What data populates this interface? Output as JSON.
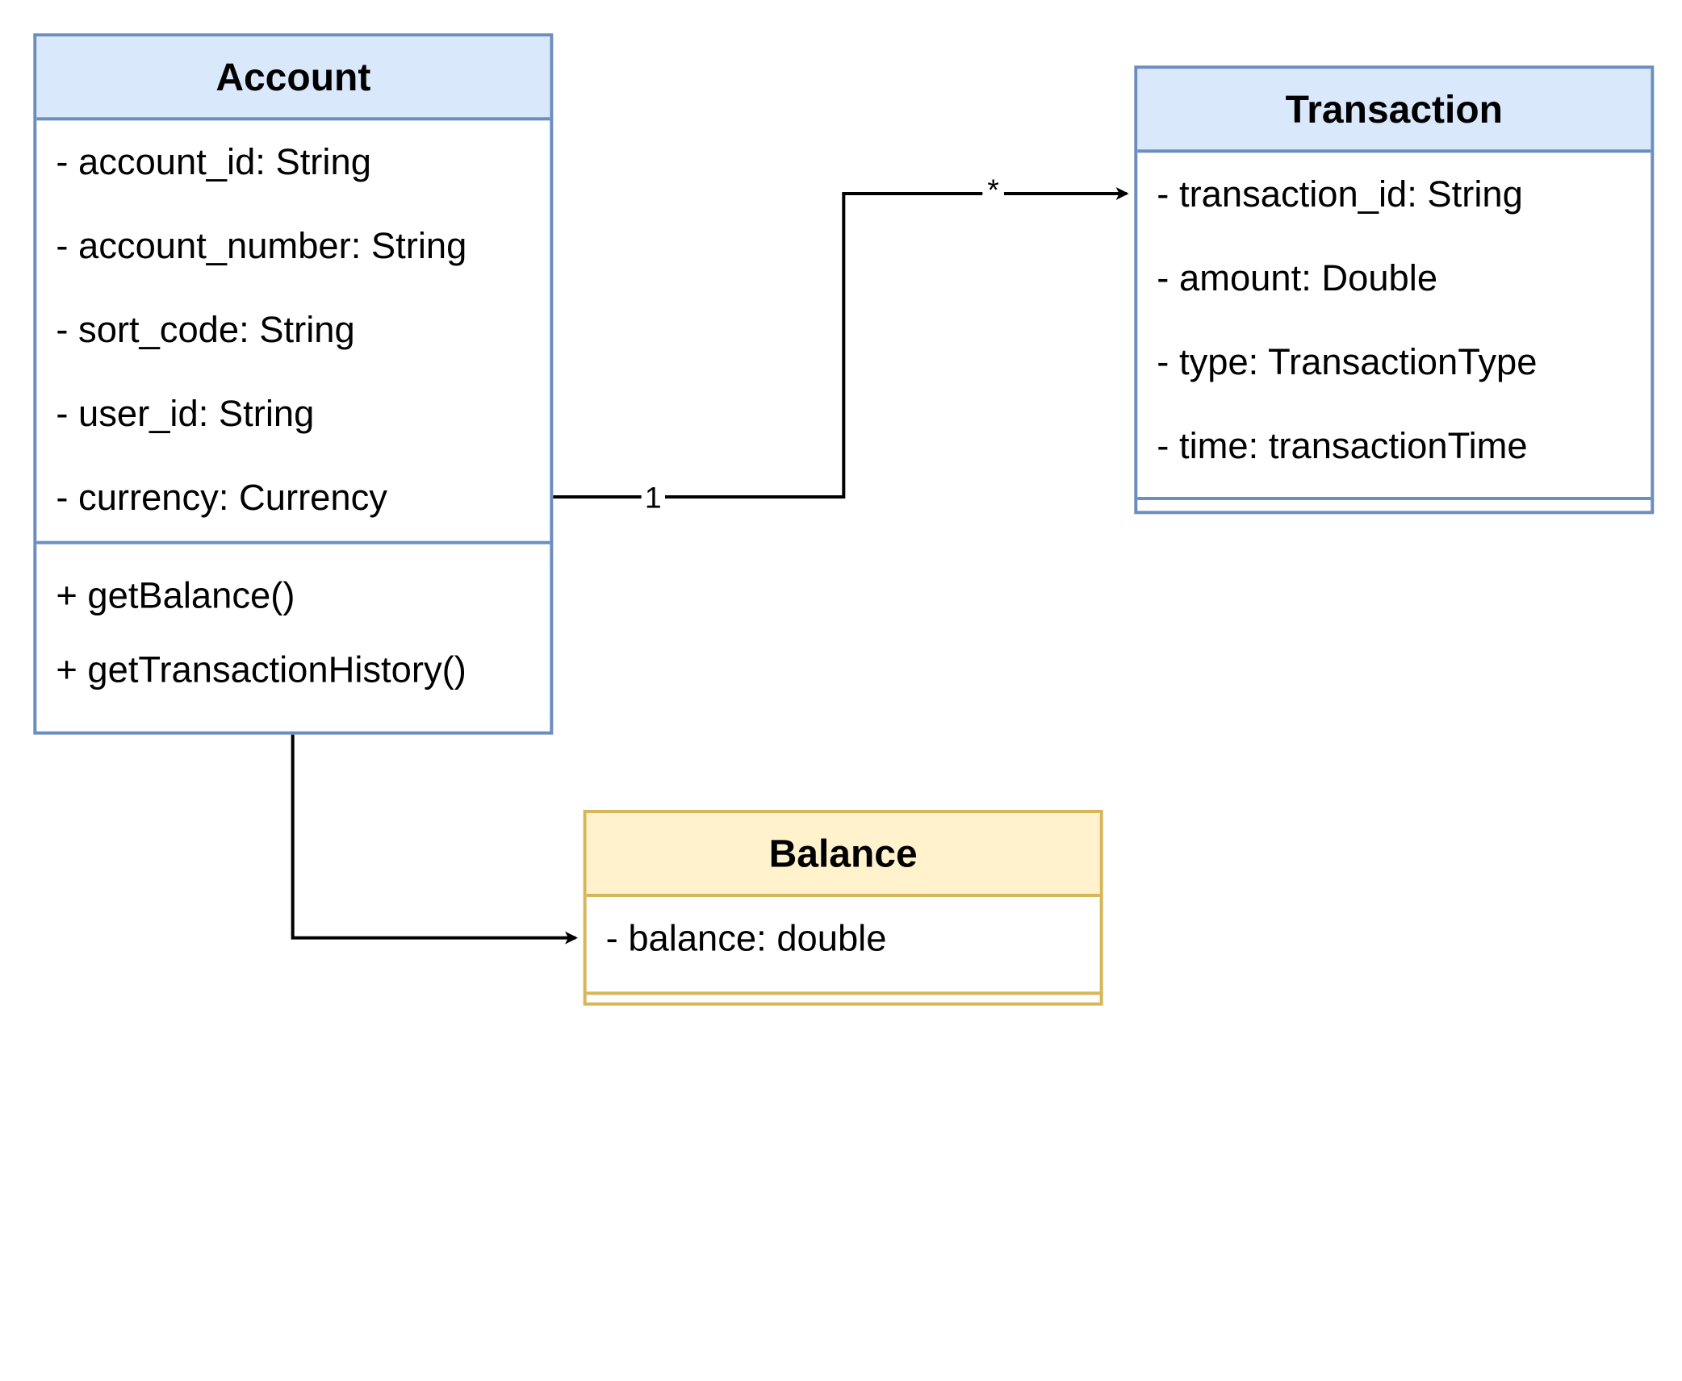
{
  "account": {
    "title": "Account",
    "attributes": [
      "- account_id: String",
      "- account_number: String",
      "- sort_code: String",
      "- user_id: String",
      "- currency: Currency"
    ],
    "methods": [
      "+ getBalance()",
      "+ getTransactionHistory()"
    ]
  },
  "transaction": {
    "title": "Transaction",
    "attributes": [
      "- transaction_id: String",
      "- amount: Double",
      "- type: TransactionType",
      "- time: transactionTime"
    ]
  },
  "balance": {
    "title": "Balance",
    "attributes": [
      "- balance: double"
    ]
  },
  "associations": {
    "account_transaction": {
      "source_multiplicity": "1",
      "target_multiplicity": "*"
    }
  },
  "colors": {
    "blue_border": "#6c8ebf",
    "blue_fill": "#dae8fc",
    "yellow_border": "#d6b656",
    "yellow_fill": "#fff2cc",
    "line": "#000000"
  }
}
